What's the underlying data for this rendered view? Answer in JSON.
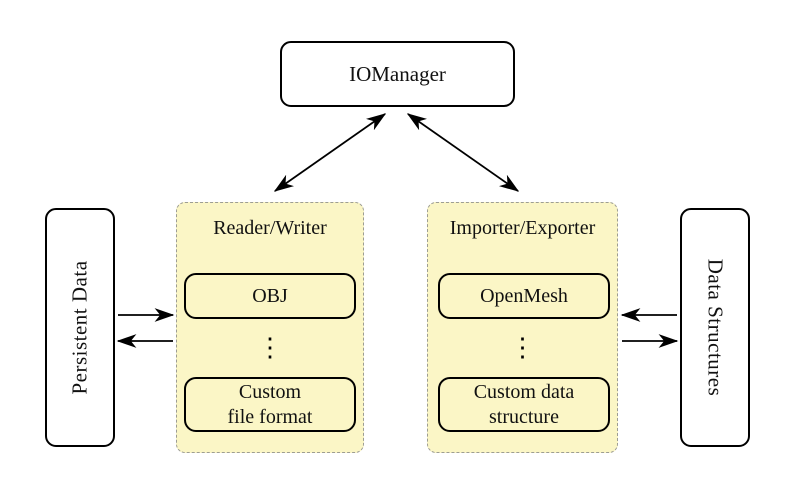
{
  "diagram": {
    "io_manager": {
      "label": "IOManager"
    },
    "persistent_data": {
      "label": "Persistent Data"
    },
    "data_structures": {
      "label": "Data Structures"
    },
    "reader_writer": {
      "title": "Reader/Writer",
      "ellipsis": "⋮",
      "items": [
        {
          "line1": "OBJ",
          "line2": ""
        },
        {
          "line1": "Custom",
          "line2": "file format"
        }
      ]
    },
    "importer_exporter": {
      "title": "Importer/Exporter",
      "ellipsis": "⋮",
      "items": [
        {
          "line1": "OpenMesh",
          "line2": ""
        },
        {
          "line1": "Custom data",
          "line2": "structure"
        }
      ]
    },
    "colors": {
      "group_fill": "#FBF6C6",
      "group_dashed_border": "#9D9D93",
      "node_border": "#000000",
      "arrow": "#000000",
      "background": "#FFFFFF"
    },
    "connections": [
      "IOManager <-> Reader/Writer",
      "IOManager <-> Importer/Exporter",
      "Persistent Data -> Reader/Writer",
      "Reader/Writer -> Persistent Data",
      "Data Structures -> Importer/Exporter",
      "Importer/Exporter -> Data Structures"
    ]
  }
}
